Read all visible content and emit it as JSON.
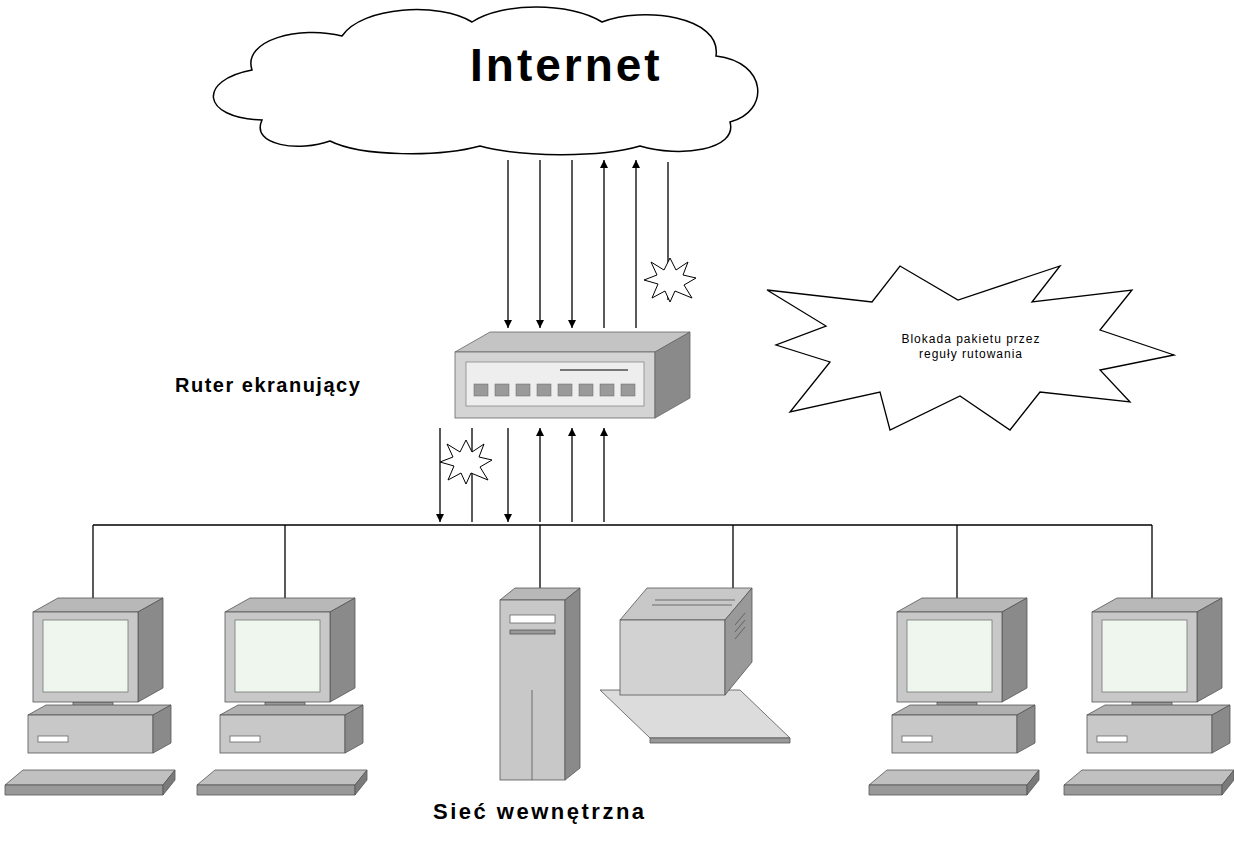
{
  "diagram": {
    "nodes": [
      {
        "text": [
          "Internet"
        ]
      },
      {
        "text": [
          "Ruter ekranujący"
        ]
      },
      {
        "text": [
          "Blokada pakietu przez reguły rutowania"
        ]
      }
    ],
    "edges": [
      {
        "from": 0,
        "to": 1,
        "arrow": "to"
      },
      {
        "from": 0,
        "to": 1,
        "arrow": "to"
      },
      {
        "from": 0,
        "to": 1,
        "arrow": "to"
      },
      {
        "from": 1,
        "to": 0,
        "arrow": "to"
      },
      {
        "from": 1,
        "to": 0,
        "arrow": "to"
      }
    ],
    "labels": [
      "Sieć wewnętrzna"
    ]
  }
}
